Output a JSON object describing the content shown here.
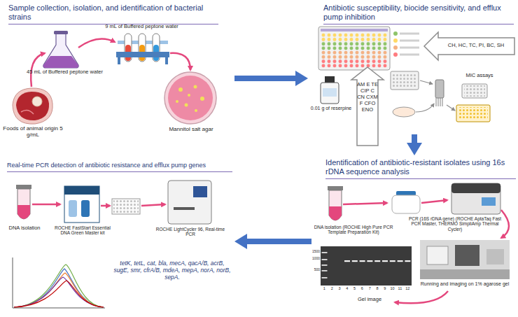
{
  "diagram": {
    "nodes": [
      {
        "text": [
          "Sample collection, isolation, and identification of bacterial strains"
        ]
      },
      {
        "text": [
          "Antibiotic susceptibility, biocide sensitivity, and efflux pump inhibition"
        ]
      },
      {
        "text": [
          "Identification of antibiotic-resistant isolates using 16s rDNA sequence analysis"
        ]
      },
      {
        "text": [
          "Real-time PCR detection of antibiotic resistance and efflux pump genes"
        ]
      }
    ],
    "edges": [
      {
        "from": 0,
        "to": 1,
        "arrow": "to"
      },
      {
        "from": 1,
        "to": 2,
        "arrow": "to"
      },
      {
        "from": 2,
        "to": 3,
        "arrow": "to"
      }
    ],
    "labels": [
      "9 mL of Buffered peptone water",
      "45 mL of Buffered peptone water",
      "Foods of animal origin 5 g/mL",
      "Mannitol salt agar",
      "CH, HC, TC, PI, BC, SH",
      "0.01 g of reserpine",
      "AM E TE CIP C CN CXM F CFO ENO",
      "MIC assays",
      "DNA isolation (ROCHE High Pure PCR Template Preparation Kit)",
      "PCR (16S rDNA gene) (ROCHE AptaTaq Fast PCR Master, THERMO SimpliAmp Thermal Cycler)",
      "Running and imaging on 1% agarose gel",
      "1500",
      "1000",
      "500",
      "1",
      "2",
      "3",
      "4",
      "5",
      "6",
      "7",
      "8",
      "9",
      "10",
      "11",
      "12",
      "Gel image",
      "DNA isolation",
      "ROCHE FastStart Essential DNA Green Master kit",
      "ROCHE LightCycler 96, Real-time PCR",
      "tetK, tetL, cat, bla, mecA, qacA/B, acrB, sugE, smr, cfrA/B, mdeA, mepA, norA, norB, sepA."
    ]
  }
}
